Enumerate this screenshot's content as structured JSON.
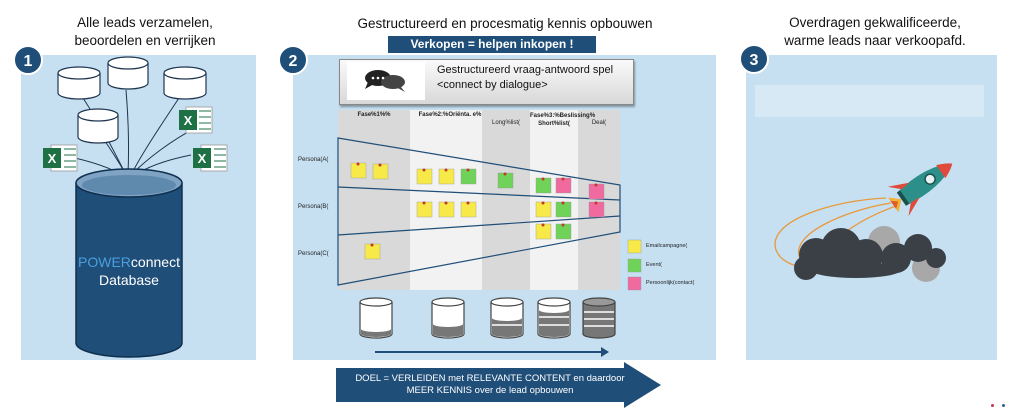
{
  "step1": {
    "number": "1",
    "title_line1": "Alle leads verzamelen,",
    "title_line2": "beoordelen en verrijken",
    "db_label_brand": "POWER",
    "db_label_rest": "connect",
    "db_label_line2": "Database",
    "brand_color": "#4a9fe0"
  },
  "step2": {
    "number": "2",
    "title": "Gestructureerd en procesmatig kennis opbouwen",
    "banner": "Verkopen = helpen inkopen !",
    "dialog_title": "Gestructureerd vraag-antwoord spel",
    "dialog_sub": "<connect by dialogue>",
    "phases": [
      "Fase%1%%",
      "Fase%2:%Oriënta. e%",
      "Long%list(",
      "Fase%3:%Beslissing% Short%list(",
      "Deal("
    ],
    "personas": [
      "Persona(A(",
      "Persona(B(",
      "Persona(C("
    ],
    "legend": [
      "Emailcampagne(",
      "Event(",
      "Persoonlijk(contact("
    ],
    "legend_colors": [
      "#f7e948",
      "#6fd35a",
      "#f06aa0"
    ]
  },
  "step3": {
    "number": "3",
    "title_line1": "Overdragen gekwalificeerde,",
    "title_line2": "warme leads naar verkoopafd."
  },
  "goal": {
    "line1": "DOEL = VERLEIDEN met RELEVANTE CONTENT en daardoor",
    "line2": "MEER KENNIS over de lead opbouwen"
  },
  "colors": {
    "panel": "#c6e0f2",
    "navy": "#1f4e79",
    "excel_green": "#1e7145"
  }
}
